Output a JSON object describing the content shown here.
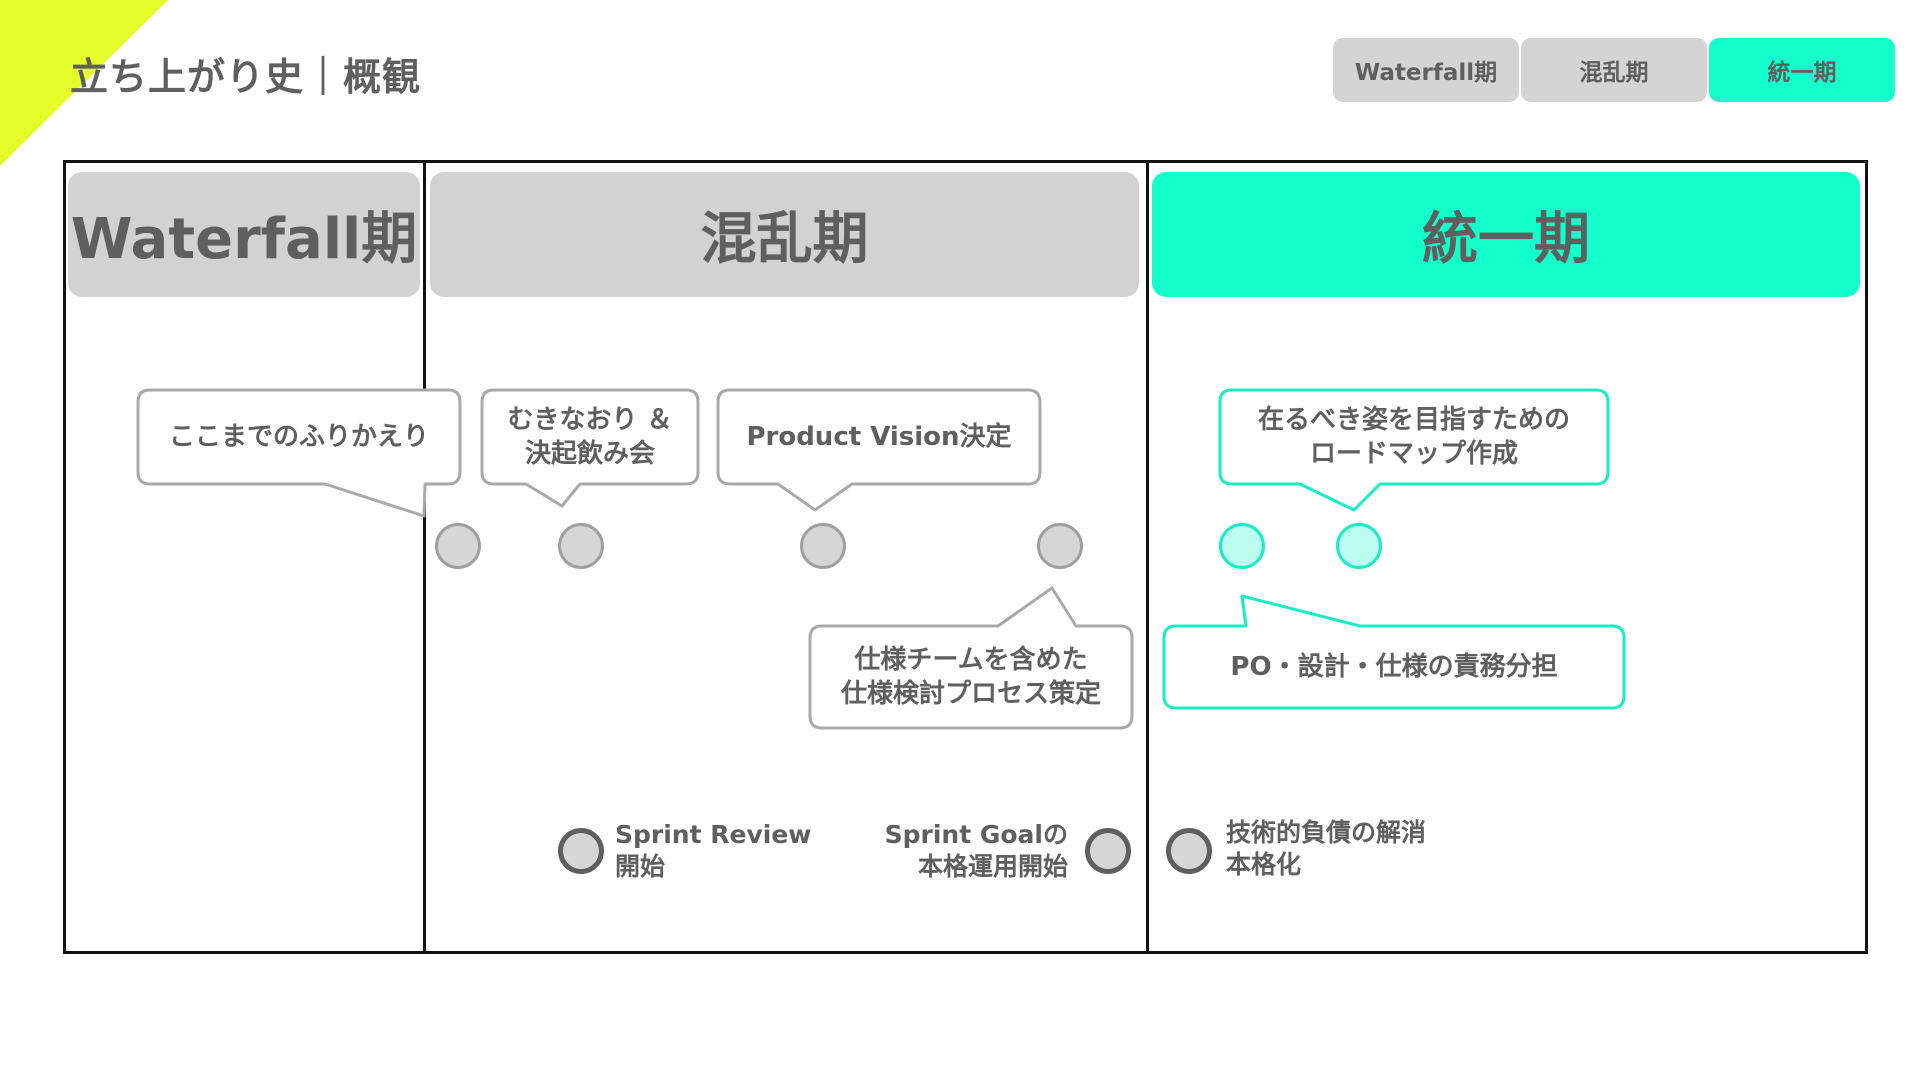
{
  "page_title": "立ち上がり史｜概観",
  "colors": {
    "accent_yellow": "#e6fb2a",
    "accent_teal": "#13ffcb",
    "inactive_gray": "#d4d4d4",
    "text_gray": "#5f5f5f",
    "frame": "#111111"
  },
  "tabs": [
    {
      "label": "Waterfall期",
      "active": false
    },
    {
      "label": "混乱期",
      "active": false
    },
    {
      "label": "統一期",
      "active": true
    }
  ],
  "phases": [
    {
      "label": "Waterfall期",
      "active": false
    },
    {
      "label": "混乱期",
      "active": false
    },
    {
      "label": "統一期",
      "active": true
    }
  ],
  "callouts": {
    "recap": "ここまでのふりかえり",
    "restart": {
      "line1": "むきなおり ＆",
      "line2": "決起飲み会"
    },
    "vision": "Product Vision決定",
    "spec_process": {
      "line1": "仕様チームを含めた",
      "line2": "仕様検討プロセス策定"
    },
    "roadmap": {
      "line1": "在るべき姿を目指すための",
      "line2": "ロードマップ作成"
    },
    "roles": "PO・設計・仕様の責務分担"
  },
  "milestones": {
    "sprint_review": {
      "line1": "Sprint Review",
      "line2": "開始"
    },
    "sprint_goal": {
      "line1": "Sprint Goalの",
      "line2": "本格運用開始"
    },
    "tech_debt": {
      "line1": "技術的負債の解消",
      "line2": "本格化"
    }
  }
}
